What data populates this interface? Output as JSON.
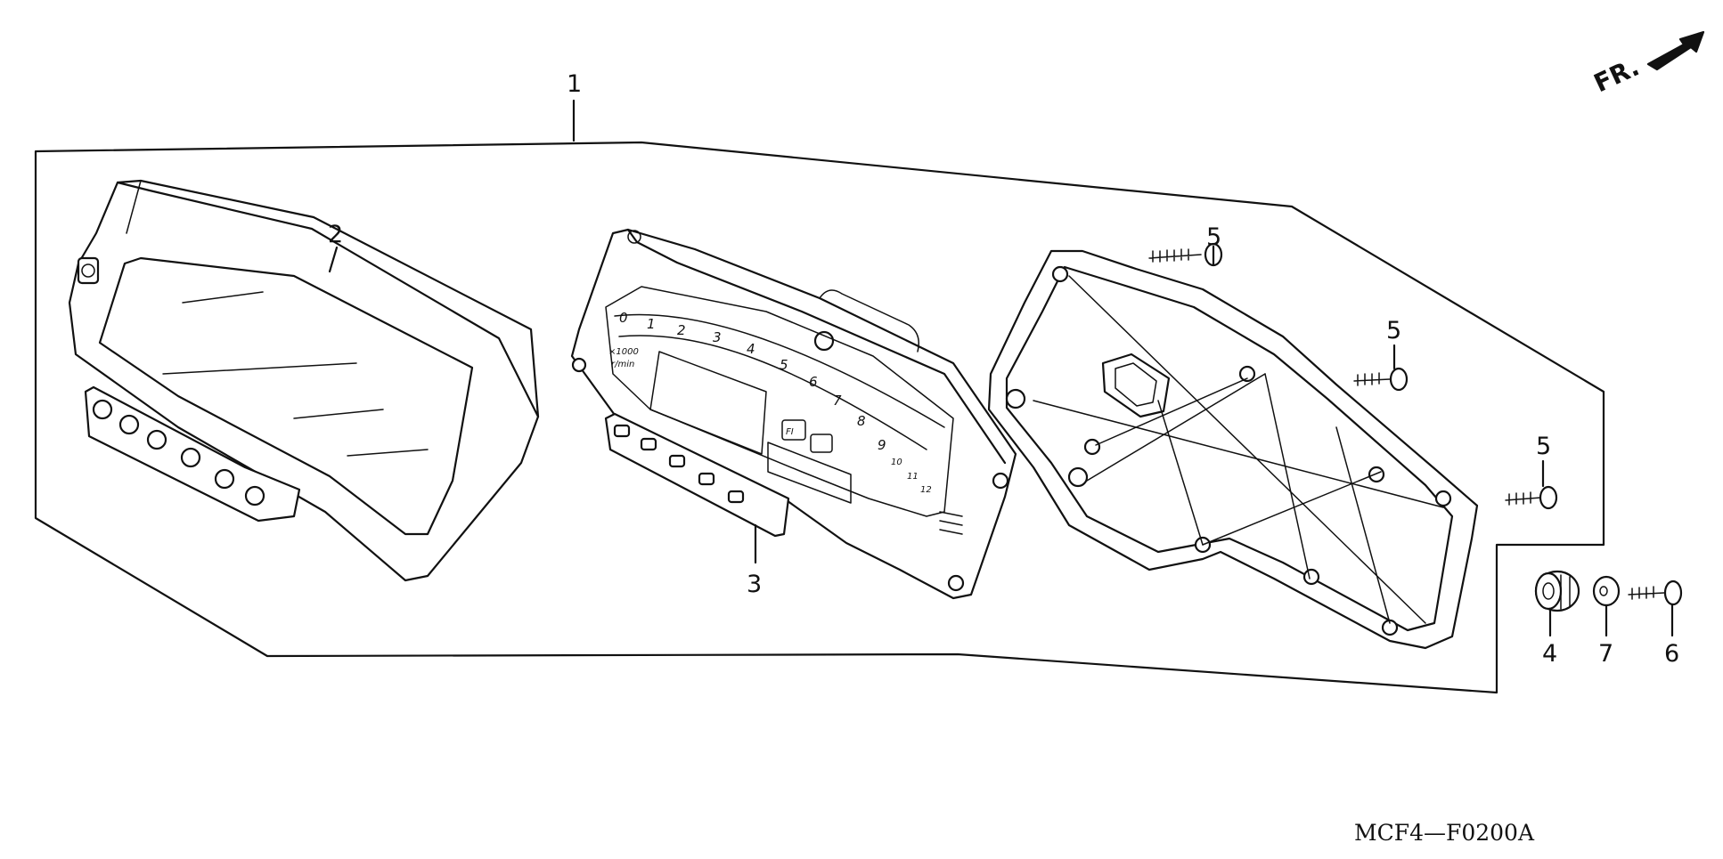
{
  "callouts": {
    "c1": "1",
    "c2": "2",
    "c3": "3",
    "c4": "4",
    "c5a": "5",
    "c5b": "5",
    "c5c": "5",
    "c6": "6",
    "c7": "7"
  },
  "direction_label": "FR.",
  "figure_code": "MCF4—F0200A",
  "gauge": {
    "scale_numbers": [
      "0",
      "1",
      "2",
      "3",
      "4",
      "5",
      "6",
      "7",
      "8",
      "9",
      "10",
      "11",
      "12"
    ],
    "unit_label": "×1000",
    "unit_sub": "r/min",
    "indicator_fi": "FI"
  }
}
